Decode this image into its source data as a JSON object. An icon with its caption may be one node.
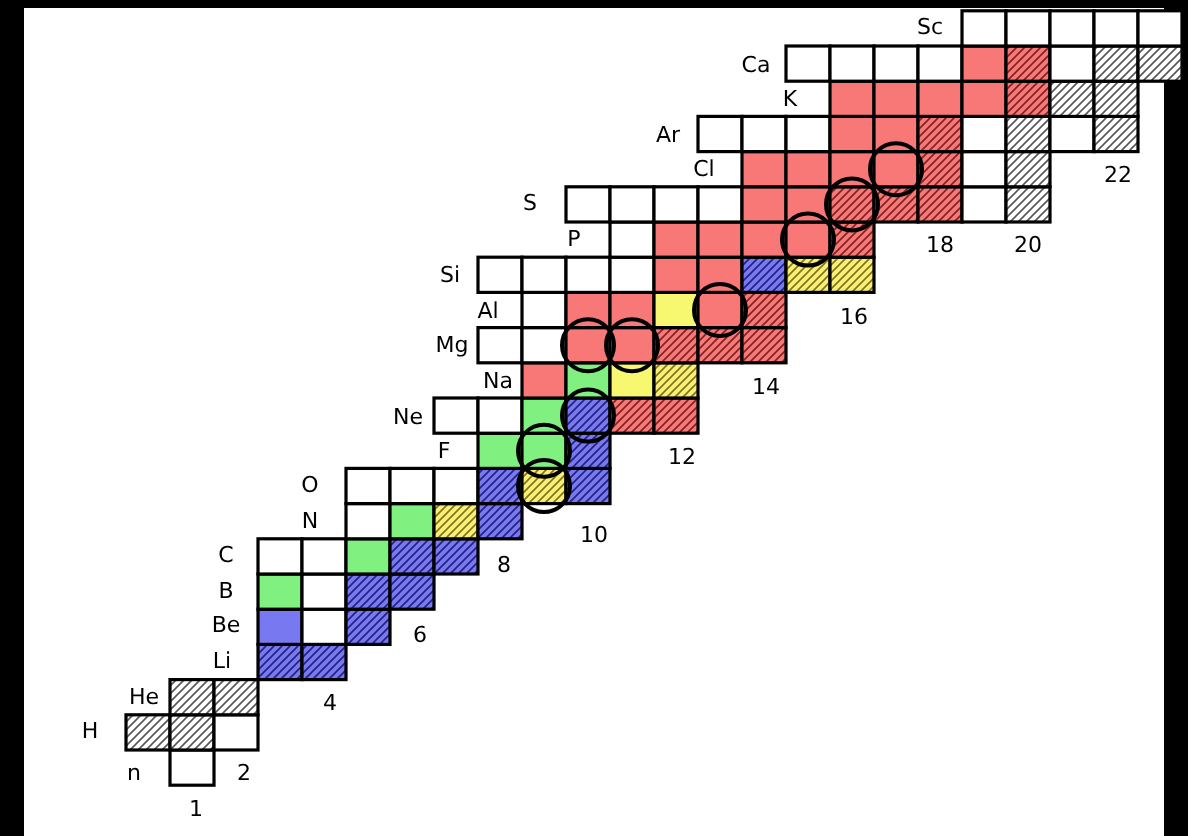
{
  "diagram": {
    "labels": [
      "Sc",
      "Ca",
      "K",
      "22",
      "Ar",
      "Cl",
      "18",
      "20",
      "S",
      "P",
      "16",
      "Si",
      "Al",
      "Mg",
      "14",
      "Na",
      "Ne",
      "12",
      "F",
      "O",
      "10",
      "N",
      "8",
      "C",
      "B",
      "Be",
      "6",
      "Li",
      "4",
      "He",
      "H",
      "n",
      "2",
      "1"
    ]
  }
}
